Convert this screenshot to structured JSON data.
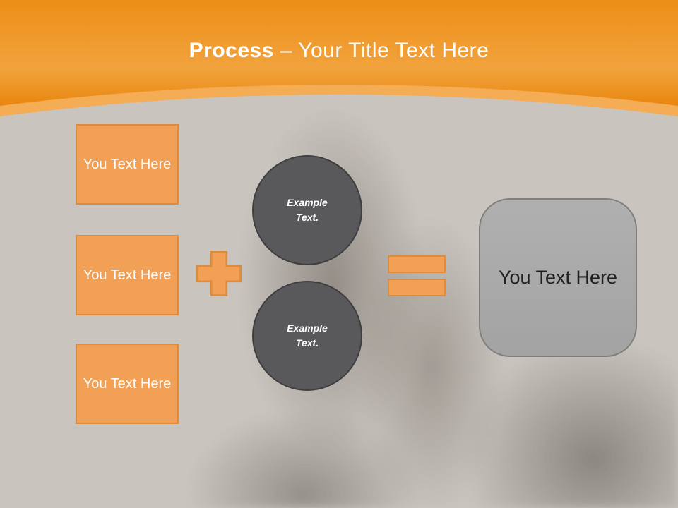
{
  "title": {
    "bold": "Process",
    "rest": " – Your Title Text Here"
  },
  "left_boxes": [
    {
      "label": "You Text Here"
    },
    {
      "label": "You Text Here"
    },
    {
      "label": "You Text Here"
    }
  ],
  "circles": [
    {
      "label": "Example Text."
    },
    {
      "label": "Example Text."
    }
  ],
  "result": {
    "label": "You Text Here"
  },
  "icons": {
    "plus": "plus-icon",
    "equals": "equals-icon"
  },
  "colors": {
    "accent_orange": "#F2A055",
    "orange_border": "#DD8B3C",
    "header_orange_top": "#EC8E17",
    "header_orange_mid": "#F2A33D",
    "header_orange_edge": "#E8860E",
    "header_strip": "#F4AC55",
    "circle_gray": "#59595B",
    "circle_border": "#3E3E40",
    "result_gray": "#A9A9A9",
    "result_border": "#7F7F7F",
    "background": "#C9C4BE",
    "title_text": "#FFFFFF",
    "result_text": "#1F1F1F"
  }
}
